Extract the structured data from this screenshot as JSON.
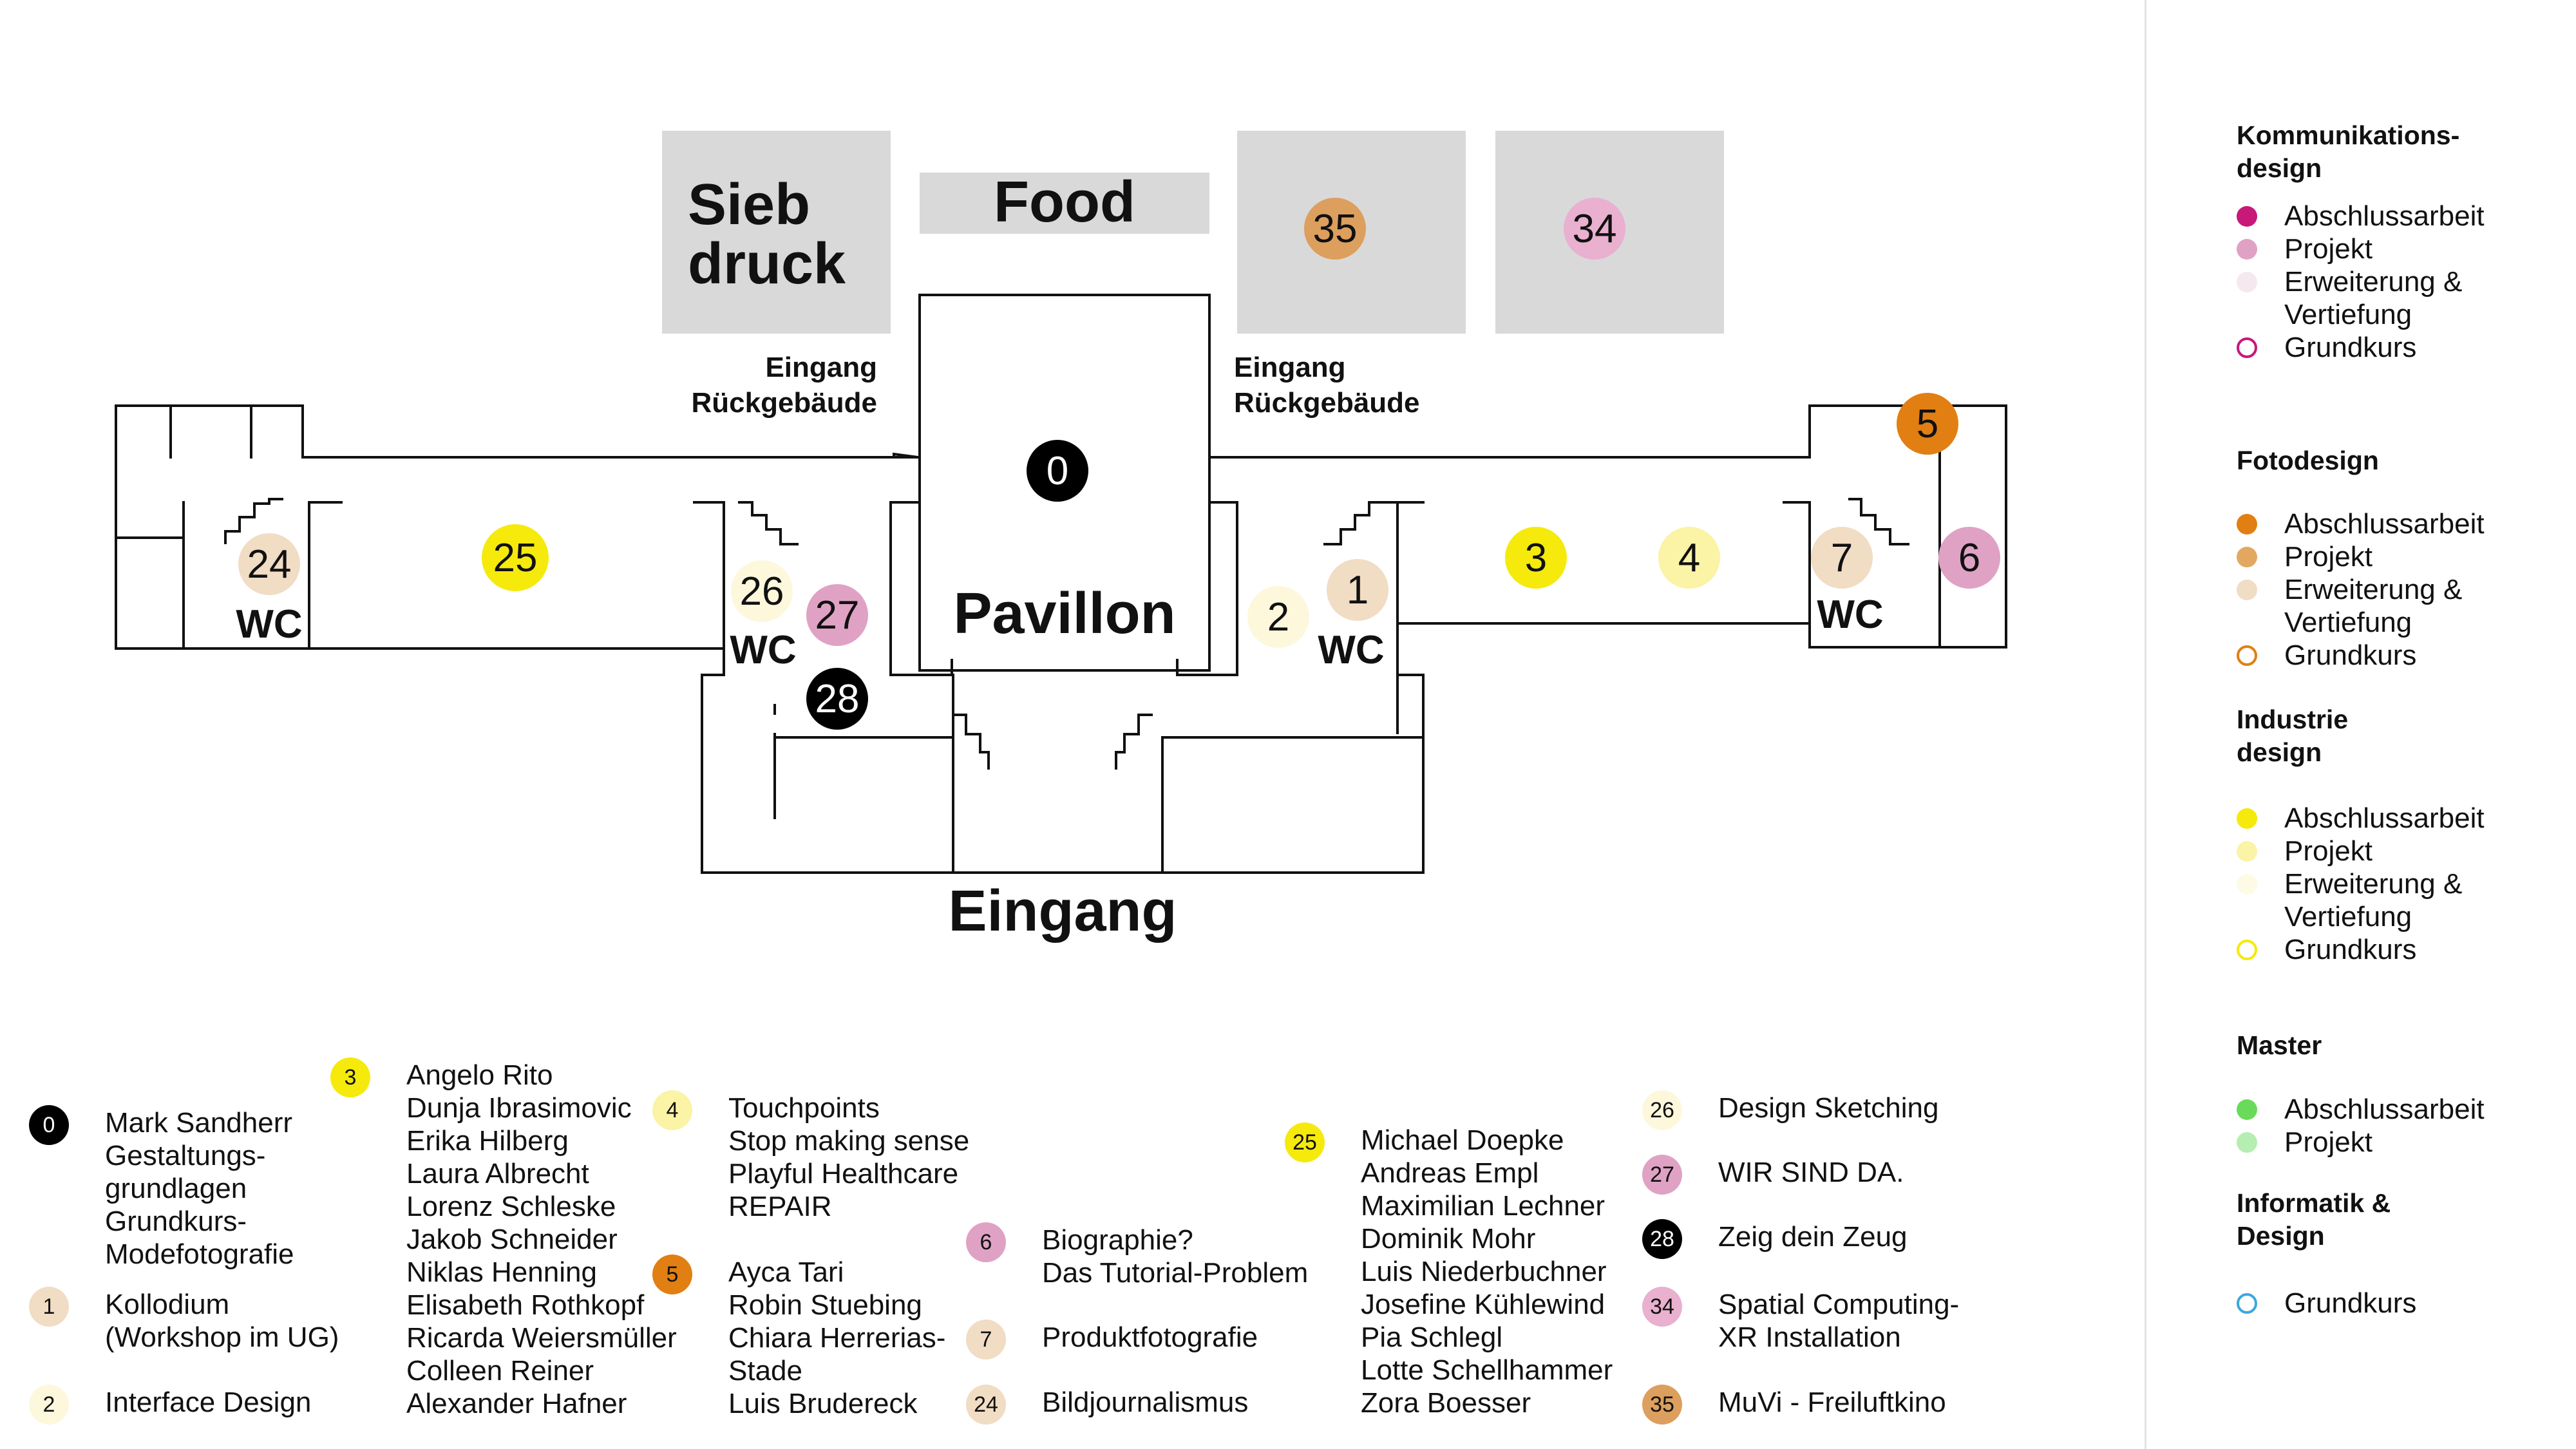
{
  "map": {
    "labels": {
      "siebdruck_1": "Sieb",
      "siebdruck_2": "druck",
      "food": "Food",
      "pavillon": "Pavillon",
      "eingang": "Eingang",
      "eingang_rueck_left_1": "Eingang",
      "eingang_rueck_left_2": "Rückgebäude",
      "eingang_rueck_right_1": "Eingang",
      "eingang_rueck_right_2": "Rückgebäude",
      "wc": "WC"
    },
    "markers": {
      "m0": "0",
      "m1": "1",
      "m2": "2",
      "m3": "3",
      "m4": "4",
      "m5": "5",
      "m6": "6",
      "m7": "7",
      "m24": "24",
      "m25": "25",
      "m26": "26",
      "m27": "27",
      "m28": "28",
      "m34": "34",
      "m35": "35"
    }
  },
  "legend": {
    "entries": [
      {
        "id": "0",
        "color": "#000000",
        "text_color": "#ffffff",
        "lines": [
          "Mark Sandherr",
          "Gestaltungs-",
          "grundlagen",
          "Grundkurs-",
          "Modefotografie"
        ]
      },
      {
        "id": "1",
        "color": "#f1dcc4",
        "text_color": "#111111",
        "lines": [
          "Kollodium",
          "(Workshop im UG)"
        ]
      },
      {
        "id": "2",
        "color": "#fdf8dc",
        "text_color": "#111111",
        "lines": [
          "Interface Design"
        ]
      },
      {
        "id": "3",
        "color": "#f5ea0c",
        "text_color": "#111111",
        "lines": [
          "Angelo Rito",
          "Dunja Ibrasimovic",
          "Erika Hilberg",
          "Laura Albrecht",
          "Lorenz Schleske",
          "Jakob Schneider",
          "Niklas Henning",
          "Elisabeth Rothkopf",
          "Ricarda Weiersmüller",
          "Colleen Reiner",
          "Alexander Hafner"
        ]
      },
      {
        "id": "4",
        "color": "#fbf3a5",
        "text_color": "#111111",
        "lines": [
          "Touchpoints",
          "Stop making sense",
          "Playful Healthcare",
          "REPAIR"
        ]
      },
      {
        "id": "5",
        "color": "#e17f12",
        "text_color": "#111111",
        "lines": [
          "Ayca Tari",
          "Robin Stuebing",
          "Chiara Herrerias-",
          "Stade",
          "Luis Brudereck"
        ]
      },
      {
        "id": "6",
        "color": "#dfa2c4",
        "text_color": "#111111",
        "lines": [
          "Biographie?",
          "Das Tutorial-Problem"
        ]
      },
      {
        "id": "7",
        "color": "#f1dcc4",
        "text_color": "#111111",
        "lines": [
          "Produktfotografie"
        ]
      },
      {
        "id": "24",
        "color": "#f1dcc4",
        "text_color": "#111111",
        "lines": [
          "Bildjournalismus"
        ]
      },
      {
        "id": "25",
        "color": "#f5ea0c",
        "text_color": "#111111",
        "lines": [
          "Michael Doepke",
          "Andreas Empl",
          "Maximilian Lechner",
          "Dominik Mohr",
          "Luis Niederbuchner",
          "Josefine Kühlewind",
          "Pia Schlegl",
          "Lotte Schellhammer",
          "Zora Boesser"
        ]
      },
      {
        "id": "26",
        "color": "#fdf8dc",
        "text_color": "#111111",
        "lines": [
          "Design Sketching"
        ]
      },
      {
        "id": "27",
        "color": "#dfa2c4",
        "text_color": "#111111",
        "lines": [
          "WIR SIND DA."
        ]
      },
      {
        "id": "28",
        "color": "#000000",
        "text_color": "#ffffff",
        "lines": [
          "Zeig dein Zeug"
        ]
      },
      {
        "id": "34",
        "color": "#e9b0cf",
        "text_color": "#111111",
        "lines": [
          "Spatial Computing-",
          "XR Installation"
        ]
      },
      {
        "id": "35",
        "color": "#dc9f5e",
        "text_color": "#111111",
        "lines": [
          "MuVi - Freiluftkino"
        ]
      }
    ]
  },
  "categories": [
    {
      "title_lines": [
        "Kommunikations-",
        "design"
      ],
      "items": [
        {
          "label": "Abschlussarbeit",
          "style": "filled",
          "color": "#c8187a"
        },
        {
          "label": "Projekt",
          "style": "filled",
          "color": "#dfa2c4"
        },
        {
          "label": "Erweiterung &",
          "label2": "Vertiefung",
          "style": "filled",
          "color": "#f5e8ef"
        },
        {
          "label": "Grundkurs",
          "style": "outline",
          "color": "#c8187a"
        }
      ]
    },
    {
      "title_lines": [
        "Fotodesign"
      ],
      "items": [
        {
          "label": "Abschlussarbeit",
          "style": "filled",
          "color": "#e17f12"
        },
        {
          "label": "Projekt",
          "style": "filled",
          "color": "#e3a860"
        },
        {
          "label": "Erweiterung &",
          "label2": "Vertiefung",
          "style": "filled",
          "color": "#f1dcc4"
        },
        {
          "label": "Grundkurs",
          "style": "outline",
          "color": "#e17f12"
        }
      ]
    },
    {
      "title_lines": [
        "Industrie",
        "design"
      ],
      "items": [
        {
          "label": "Abschlussarbeit",
          "style": "filled",
          "color": "#f5ea0c"
        },
        {
          "label": "Projekt",
          "style": "filled",
          "color": "#fbf3a5"
        },
        {
          "label": "Erweiterung &",
          "label2": "Vertiefung",
          "style": "filled",
          "color": "#fdfae6"
        },
        {
          "label": "Grundkurs",
          "style": "outline",
          "color": "#f5ea0c"
        }
      ]
    },
    {
      "title_lines": [
        "Master"
      ],
      "items": [
        {
          "label": "Abschlussarbeit",
          "style": "filled",
          "color": "#6ada5a"
        },
        {
          "label": "Projekt",
          "style": "filled",
          "color": "#b5eeb0"
        }
      ]
    },
    {
      "title_lines": [
        "Informatik &",
        "Design"
      ],
      "items": [
        {
          "label": "Grundkurs",
          "style": "outline",
          "color": "#3ca8dc"
        }
      ]
    }
  ]
}
